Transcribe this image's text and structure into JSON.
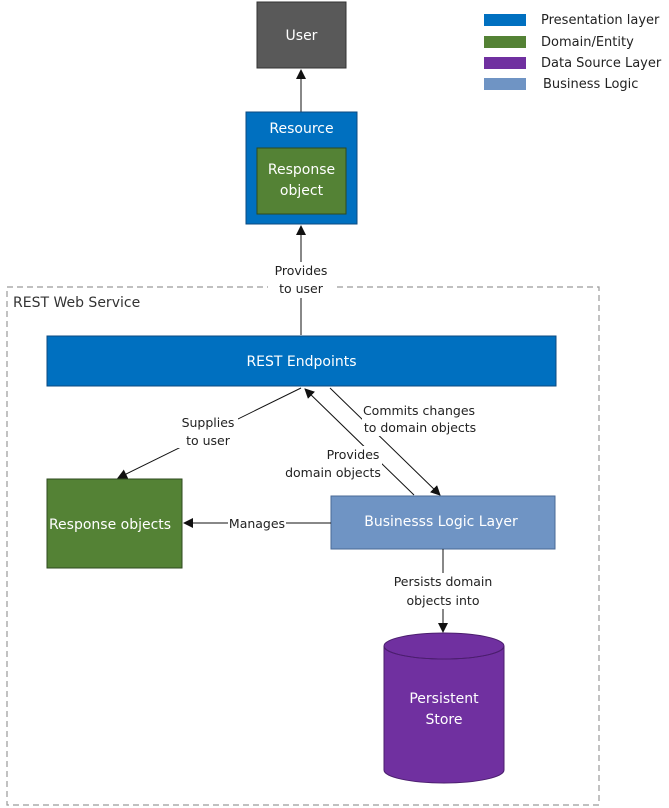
{
  "colors": {
    "presentation": "#0070C0",
    "domain": "#548235",
    "datasource": "#7030A0",
    "business": "#6F94C4",
    "user": "#595959"
  },
  "legend": {
    "presentation": "Presentation layer",
    "domain": "Domain/Entity",
    "datasource": "Data Source Layer",
    "business": "Business Logic"
  },
  "nodes": {
    "user": "User",
    "resource": "Resource",
    "response_object": [
      "Response",
      "object"
    ],
    "frame_title": "REST Web Service",
    "rest_endpoints": "REST Endpoints",
    "response_objects": "Response objects",
    "business_logic_layer": "Businesss Logic Layer",
    "persistent_store": [
      "Persistent",
      "Store"
    ]
  },
  "edges": {
    "provides_to_user": [
      "Provides",
      "to user"
    ],
    "supplies_to_user": [
      "Supplies",
      "to user"
    ],
    "commits_changes": [
      "Commits changes",
      "to domain objects"
    ],
    "provides_domain_objects": [
      "Provides",
      "domain objects"
    ],
    "manages": "Manages",
    "persists_domain_objects": [
      "Persists domain",
      "objects into"
    ]
  }
}
